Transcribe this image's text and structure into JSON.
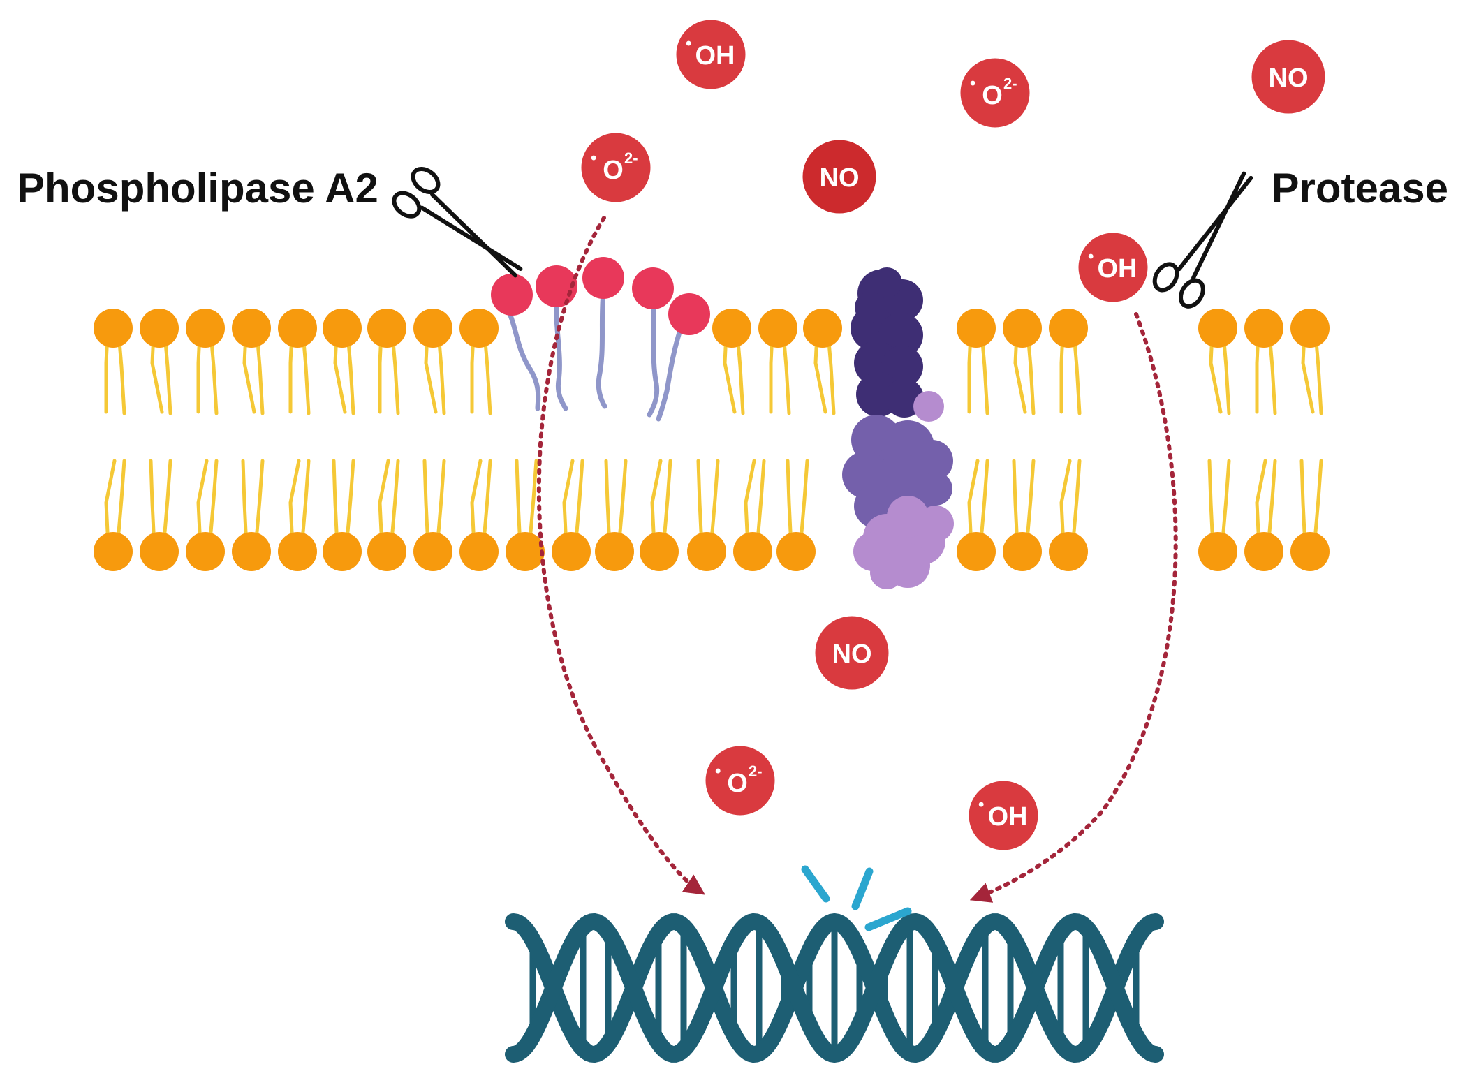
{
  "labels": {
    "enzyme_left": "Phospholipase A2",
    "enzyme_right": "Protease"
  },
  "radicals": {
    "hydroxyl": {
      "dot": "•",
      "text": "OH",
      "sup": ""
    },
    "superoxide": {
      "dot": "•",
      "text": "O",
      "sup": "2-"
    },
    "nitric_oxide": {
      "dot": "",
      "text": "NO",
      "sup": ""
    }
  },
  "colors": {
    "radical_fill": "#d93a3f",
    "radical_fill_dark": "#cc2a2d",
    "radical_stroke": "#ffffff",
    "lipid_head": "#f79a0d",
    "lipid_tail": "#f5c836",
    "damaged_head": "#e8385a",
    "damaged_tail": "#8f96c9",
    "protein_dark": "#3e2e74",
    "protein_mid": "#7460ab",
    "protein_light": "#b58ccf",
    "arrow": "#a4253a",
    "dna": "#1d5e73",
    "break_mark": "#2ba6cf"
  }
}
